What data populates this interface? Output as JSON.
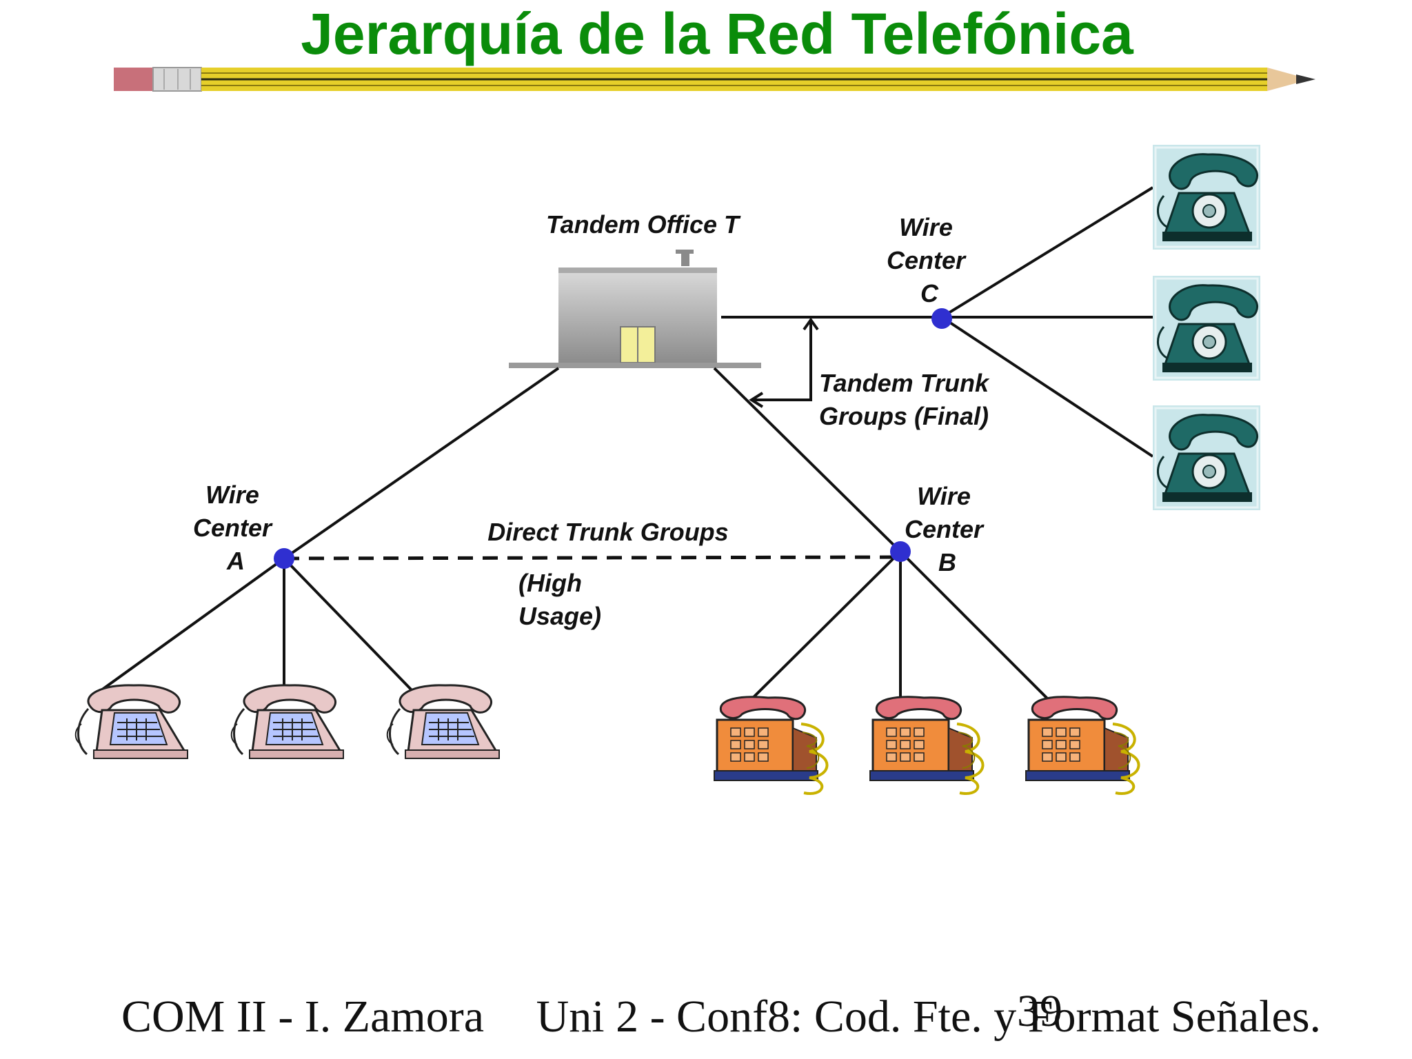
{
  "title": "Jerarquía de la Red Telefónica",
  "labels": {
    "tandem_office": "Tandem Office T",
    "wire_center_a": [
      "Wire",
      "Center",
      "A"
    ],
    "wire_center_b": [
      "Wire",
      "Center",
      "B"
    ],
    "wire_center_c": [
      "Wire",
      "Center",
      "C"
    ],
    "tandem_trunk": [
      "Tandem Trunk",
      "Groups (Final)"
    ],
    "direct_trunk": "Direct Trunk Groups",
    "high_usage": [
      "(High",
      "Usage)"
    ]
  },
  "footer": {
    "course": "COM II - I. Zamora",
    "topic": "Uni 2 - Conf8: Cod. Fte. y Format Señales.",
    "page_number": "39"
  },
  "colors": {
    "title": "#0a8c0a",
    "node": "#2f2fd0",
    "pencil_body": "#e6cf2a"
  }
}
